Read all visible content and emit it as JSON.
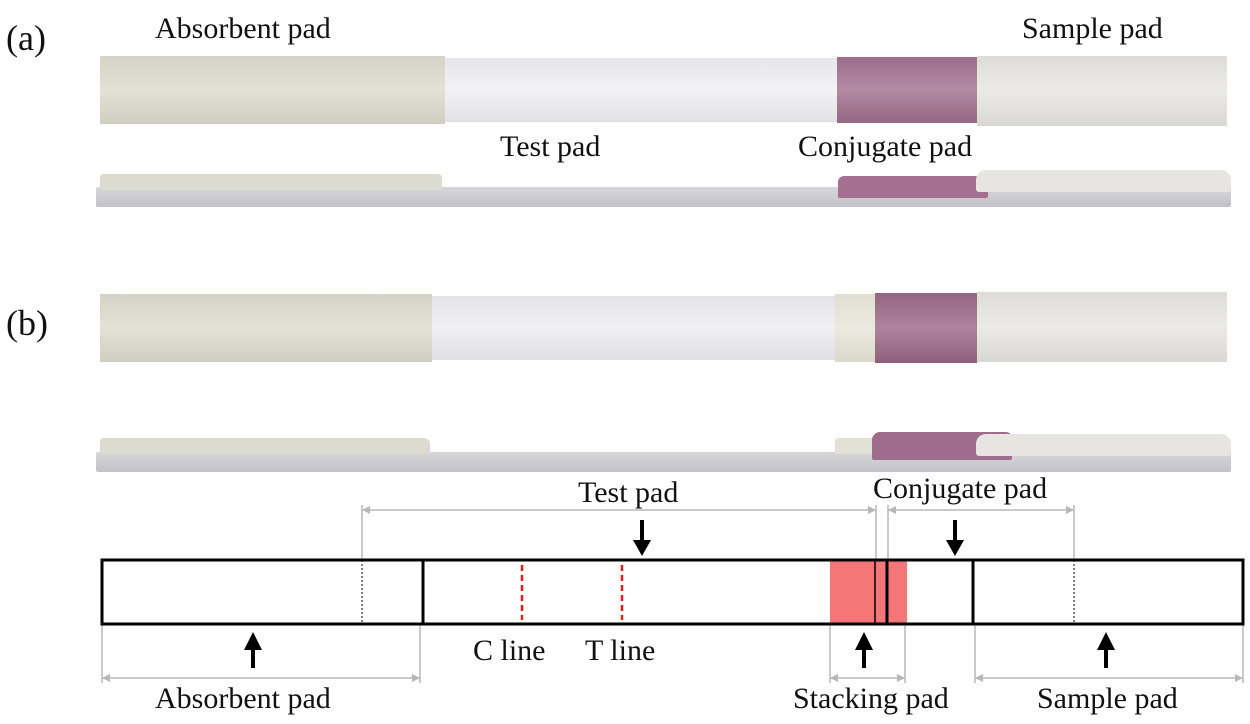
{
  "panel_a": {
    "tag": "(a)",
    "top_labels": {
      "absorbent": "Absorbent pad",
      "sample": "Sample pad"
    },
    "mid_labels": {
      "test": "Test pad",
      "conjugate": "Conjugate pad"
    }
  },
  "panel_b": {
    "tag": "(b)"
  },
  "schematic": {
    "test_pad": "Test pad",
    "conjugate_pad": "Conjugate pad",
    "c_line": "C line",
    "t_line": "T line",
    "absorbent_pad": "Absorbent pad",
    "stacking_pad": "Stacking pad",
    "sample_pad": "Sample pad"
  },
  "colors": {
    "absorbent": "#d9d8cc",
    "membrane": "#ececef",
    "conjugate": "#a0708f",
    "sample": "#e4e3e0",
    "stacking_fill": "#f47676",
    "line_marker": "#e02020",
    "dimension": "#b8b8b8"
  }
}
